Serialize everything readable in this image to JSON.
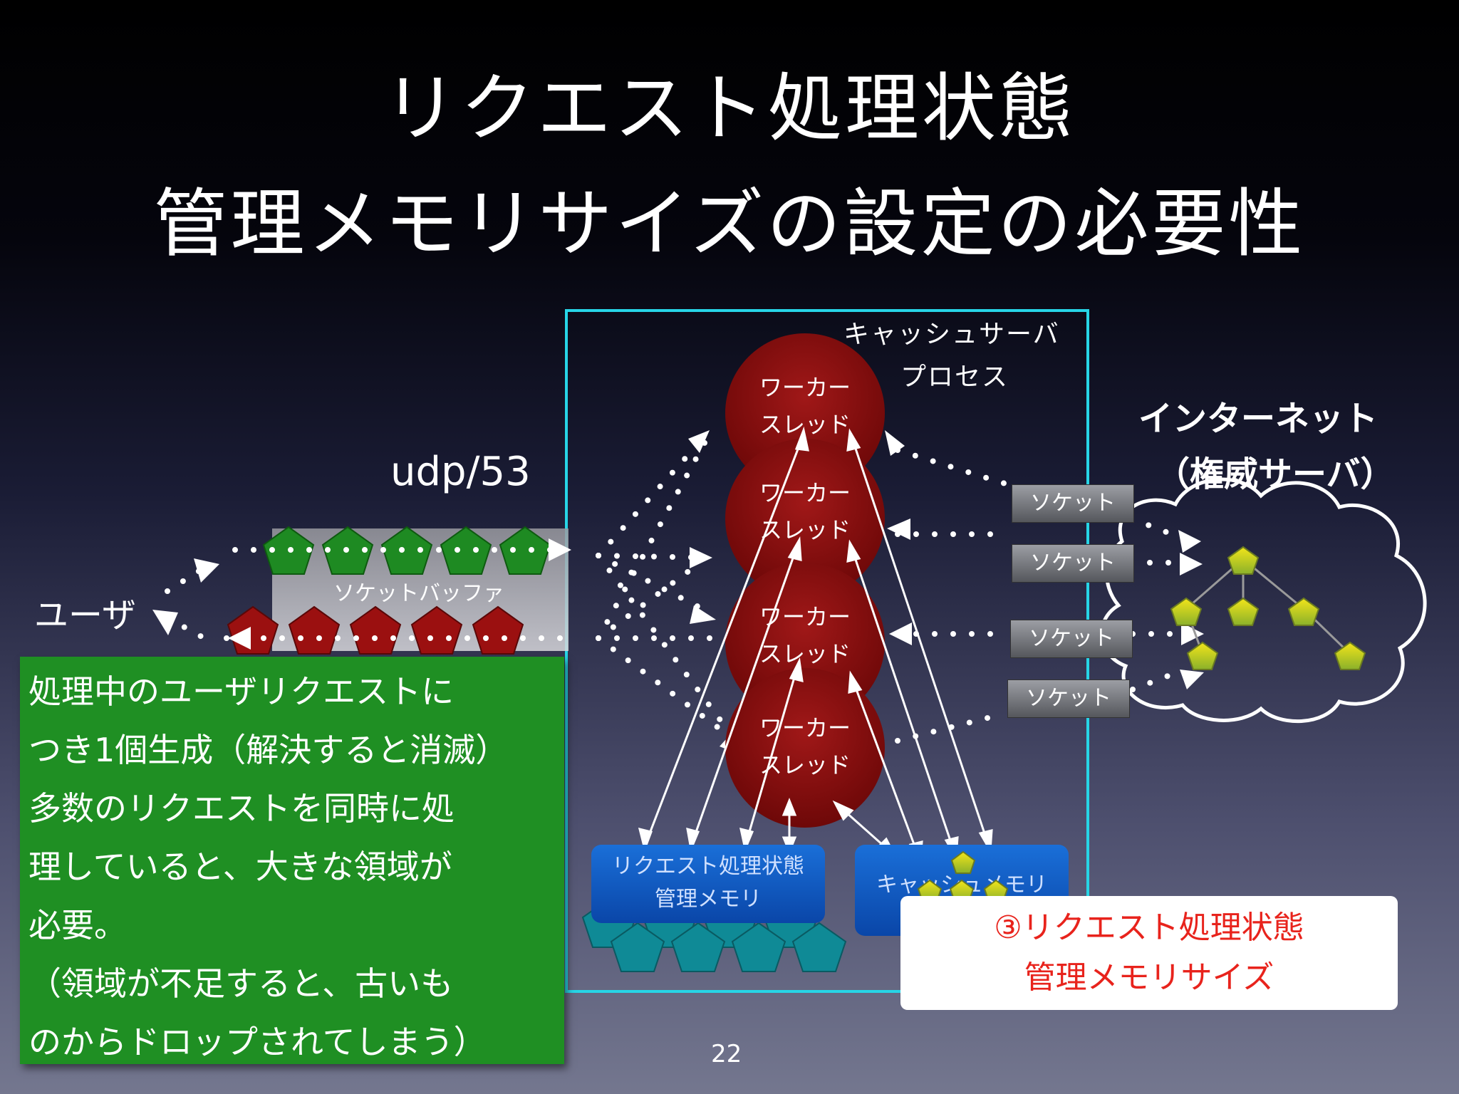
{
  "title": {
    "line1": "リクエスト処理状態",
    "line2": "管理メモリサイズの設定の必要性"
  },
  "diagram": {
    "cache_server_label_1": "キャッシュサーバ",
    "cache_server_label_2": "プロセス",
    "internet_label_1": "インターネット",
    "internet_label_2": "（権威サーバ）",
    "udp_label": "udp/53",
    "user_label": "ユーザ",
    "socket_buffer_label": "ソケットバッファ",
    "worker_threads": [
      {
        "line1": "ワーカー",
        "line2": "スレッド"
      },
      {
        "line1": "ワーカー",
        "line2": "スレッド"
      },
      {
        "line1": "ワーカー",
        "line2": "スレッド"
      },
      {
        "line1": "ワーカー",
        "line2": "スレッド"
      }
    ],
    "sockets": [
      "ソケット",
      "ソケット",
      "ソケット",
      "ソケット"
    ],
    "request_memory_label_1": "リクエスト処理状態",
    "request_memory_label_2": "管理メモリ",
    "cache_memory_label": "キャッシュメモリ",
    "colors": {
      "frame": "#27d5e6",
      "worker": "#8e0e0e",
      "green_box": "#1f8f23",
      "memory_box": "#1565cc",
      "callout_text": "#e8231c"
    }
  },
  "note": {
    "text": "処理中のユーザリクエストに\nつき1個生成（解決すると消滅）\n多数のリクエストを同時に処\n理していると、大きな領域が\n必要。\n（領域が不足すると、古いも\nのからドロップされてしまう）"
  },
  "callout": {
    "line1": "③リクエスト処理状態",
    "line2": "管理メモリサイズ"
  },
  "page_number": "22"
}
